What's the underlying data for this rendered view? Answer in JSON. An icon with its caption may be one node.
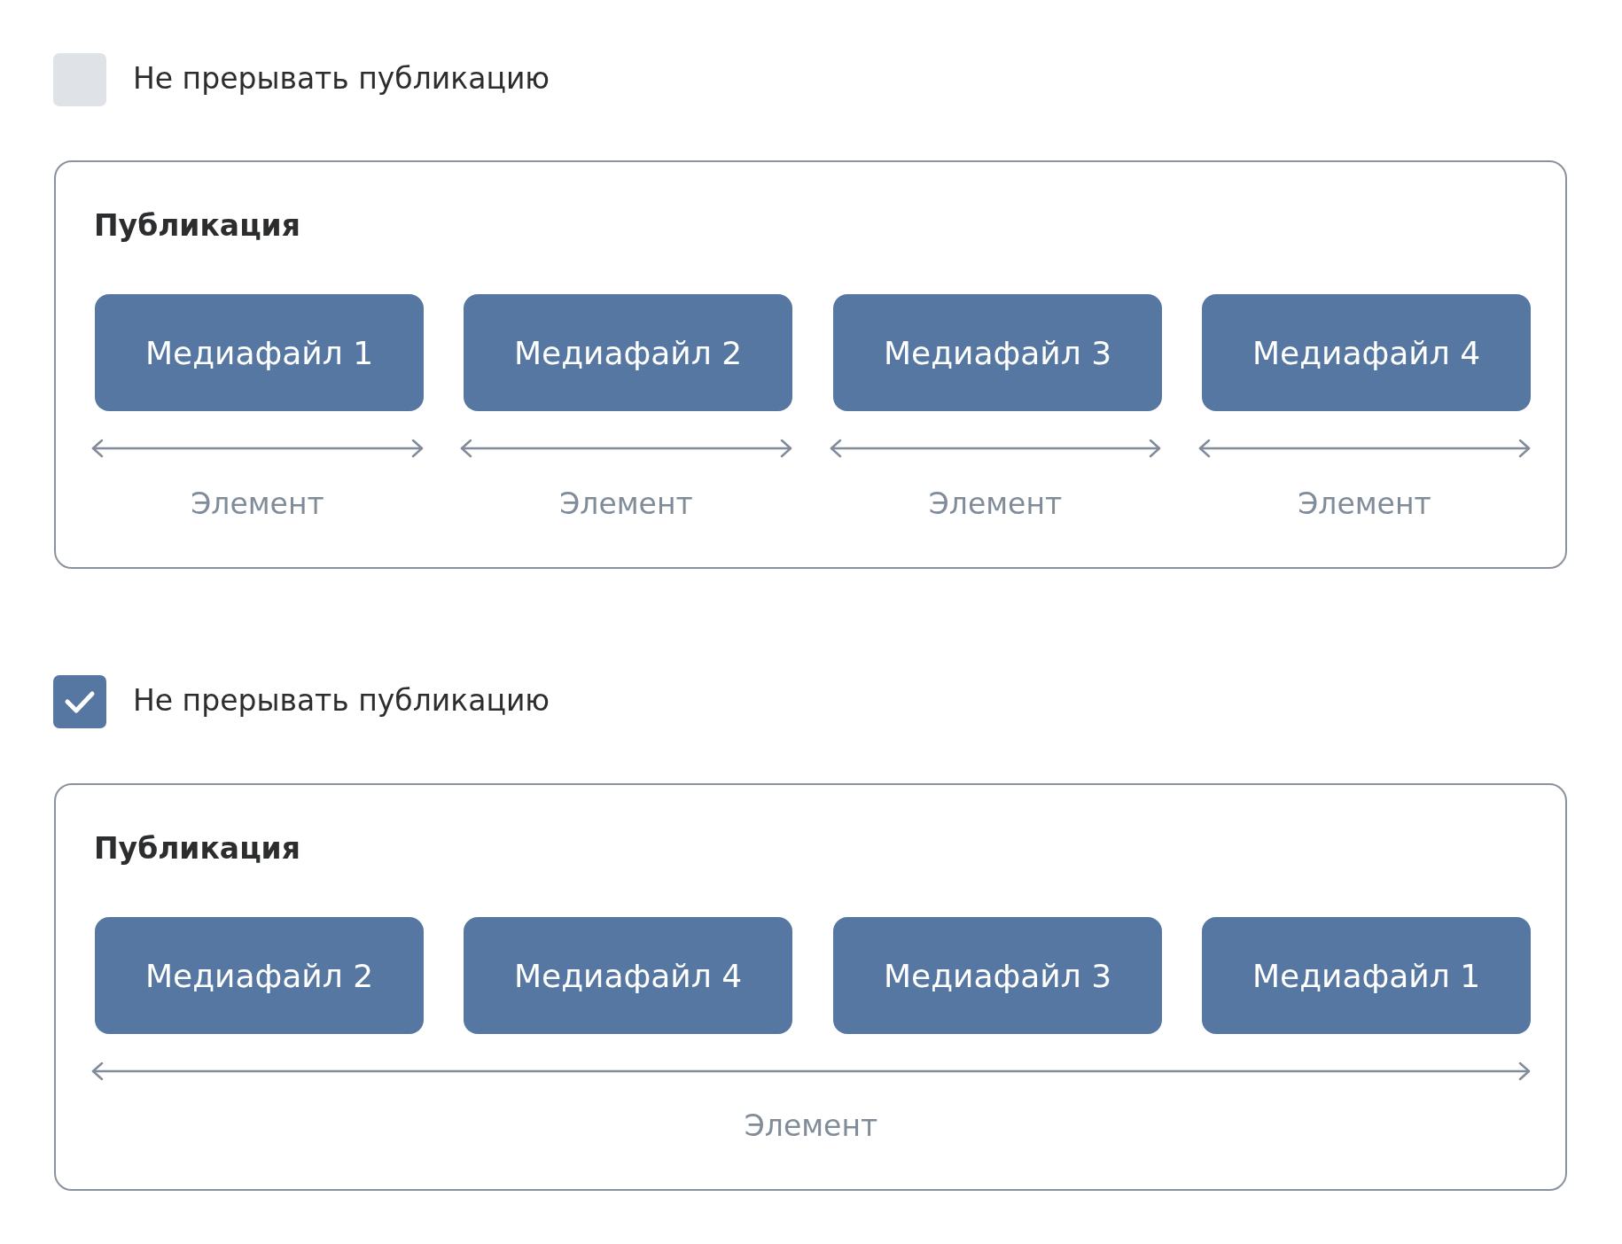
{
  "diagram": {
    "nodes": [
      {
        "text": [
          "Публикация"
        ]
      },
      {
        "text": [
          "Медиафайл 1"
        ],
        "in": 0
      },
      {
        "text": [
          "Медиафайл 2"
        ],
        "in": 0
      },
      {
        "text": [
          "Медиафайл 3"
        ],
        "in": 0
      },
      {
        "text": [
          "Медиафайл 4"
        ],
        "in": 0
      },
      {
        "text": [
          "Публикация"
        ]
      },
      {
        "text": [
          "Медиафайл 2"
        ],
        "in": 5
      },
      {
        "text": [
          "Медиафайл 4"
        ],
        "in": 5
      },
      {
        "text": [
          "Медиафайл 3"
        ],
        "in": 5
      },
      {
        "text": [
          "Медиафайл 1"
        ],
        "in": 5
      }
    ],
    "labels": [
      "Не прерывать публикацию",
      "Элемент",
      "Элемент",
      "Элемент",
      "Элемент",
      "Не прерывать публикацию",
      "Элемент"
    ]
  }
}
